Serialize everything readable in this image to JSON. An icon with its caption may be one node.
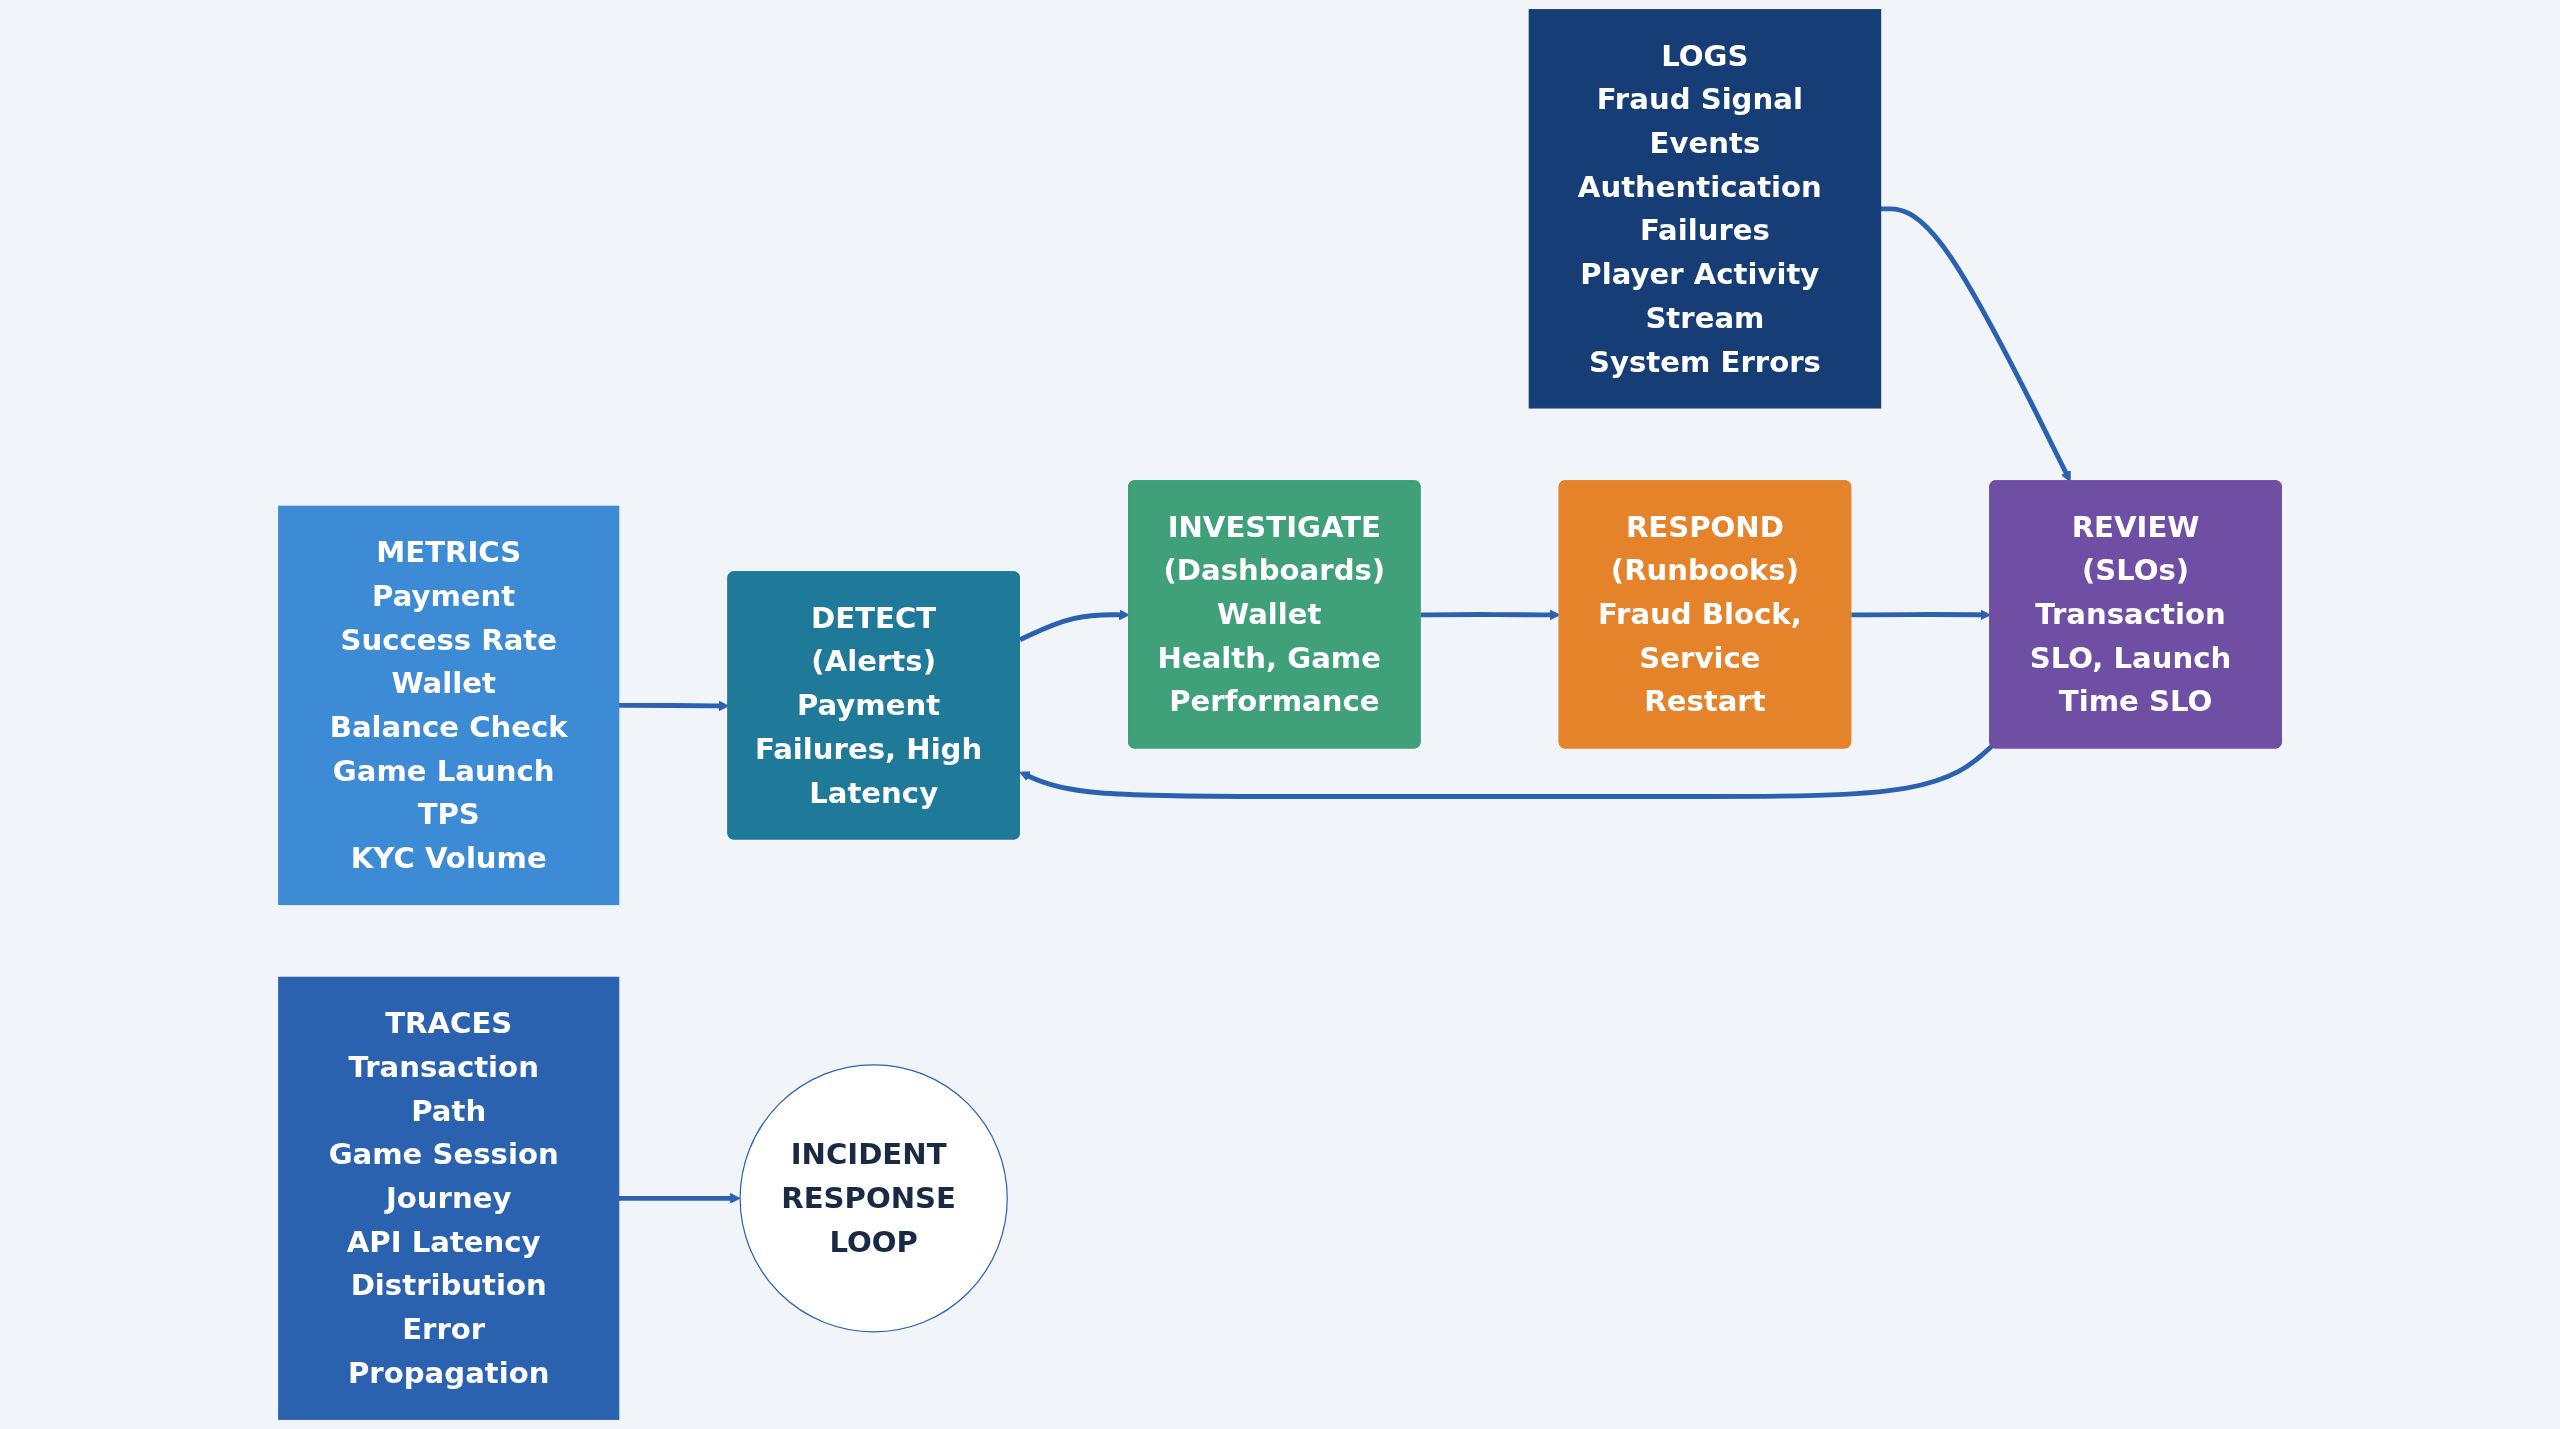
{
  "diagram": {
    "nodes": [
      {
        "text": [
          "METRICS",
          "Payment Success Rate",
          "Wallet Balance Check",
          "Game Launch TPS",
          "KYC Volume"
        ]
      },
      {
        "text": [
          "TRACES",
          "Transaction Path",
          "Game Session Journey",
          "API Latency Distribution",
          "Error Propagation"
        ]
      },
      {
        "text": [
          "LOGS",
          "Fraud Signal Events",
          "Authentication Failures",
          "Player Activity Stream",
          "System Errors"
        ]
      },
      {
        "text": [
          "DETECT",
          "(Alerts)",
          "Payment Failures, High Latency"
        ]
      },
      {
        "text": [
          "INVESTIGATE",
          "(Dashboards)",
          "Wallet Health, Game Performance"
        ]
      },
      {
        "text": [
          "RESPOND",
          "(Runbooks)",
          "Fraud Block, Service Restart"
        ]
      },
      {
        "text": [
          "REVIEW",
          "(SLOs)",
          "Transaction SLO, Launch Time SLO"
        ]
      },
      {
        "text": [
          "INCIDENT RESPONSE LOOP"
        ]
      }
    ],
    "edges": [
      {
        "from": 0,
        "to": 3,
        "arrow": "to"
      },
      {
        "from": 1,
        "to": 7,
        "arrow": "to"
      },
      {
        "from": 2,
        "to": 6,
        "arrow": "to"
      },
      {
        "from": 3,
        "to": 4,
        "arrow": "to"
      },
      {
        "from": 4,
        "to": 5,
        "arrow": "to"
      },
      {
        "from": 5,
        "to": 6,
        "arrow": "to"
      },
      {
        "from": 6,
        "to": 3,
        "arrow": "to"
      }
    ]
  }
}
